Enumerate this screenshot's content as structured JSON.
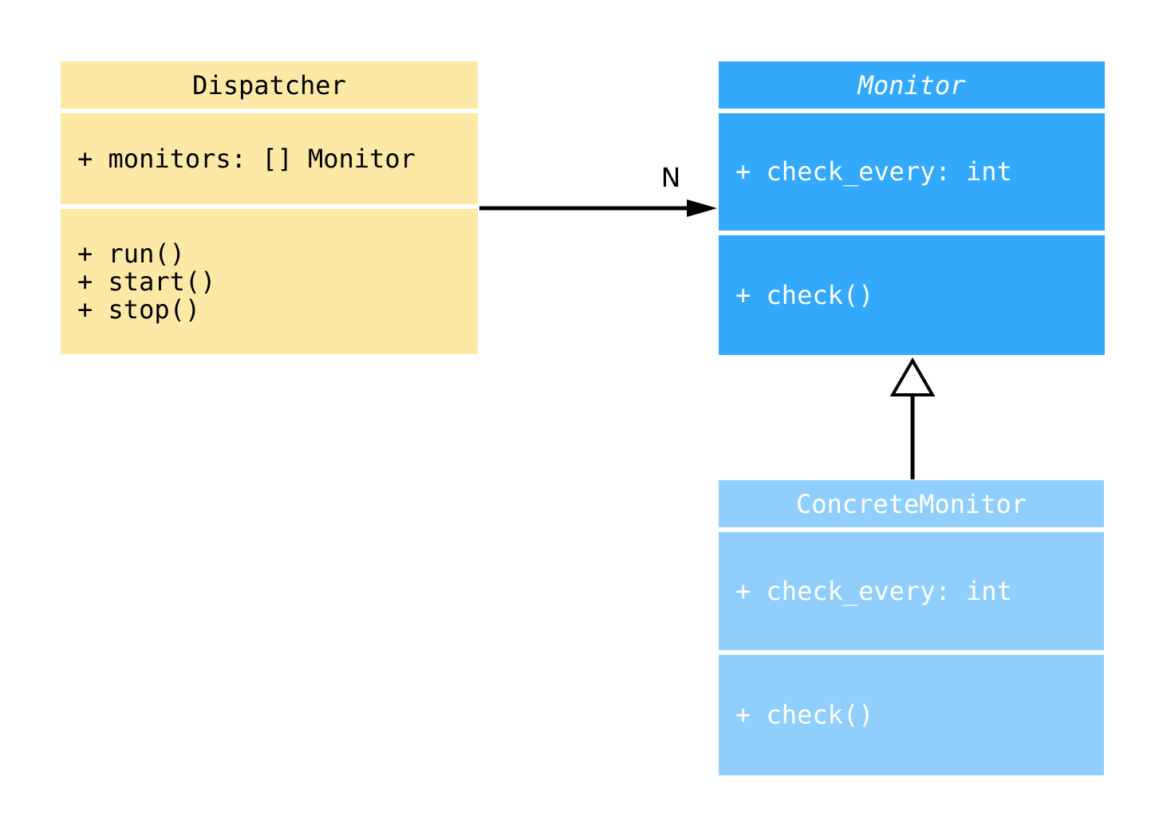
{
  "diagram": {
    "background": "#ffffff",
    "edge_color": "#000000",
    "classes": {
      "dispatcher": {
        "title": "Dispatcher",
        "title_italic": false,
        "fill": "#fce9a6",
        "text_color": "#000000",
        "attributes": [
          "+ monitors: [] Monitor"
        ],
        "methods": [
          "+ run()",
          "+ start()",
          "+ stop()"
        ]
      },
      "monitor": {
        "title": "Monitor",
        "title_italic": true,
        "fill": "#33a9fc",
        "text_color": "#ffffff",
        "attributes": [
          "+ check_every: int"
        ],
        "methods": [
          "+ check()"
        ]
      },
      "concreteMonitor": {
        "title": "ConcreteMonitor",
        "title_italic": false,
        "fill": "#90cffc",
        "text_color": "#ffffff",
        "attributes": [
          "+ check_every: int"
        ],
        "methods": [
          "+ check()"
        ]
      }
    },
    "edges": {
      "association": {
        "from": "Dispatcher",
        "to": "Monitor",
        "label": "N",
        "style": "solid-line-filled-arrowhead"
      },
      "inheritance": {
        "from": "ConcreteMonitor",
        "to": "Monitor",
        "style": "solid-line-hollow-triangle"
      }
    }
  }
}
